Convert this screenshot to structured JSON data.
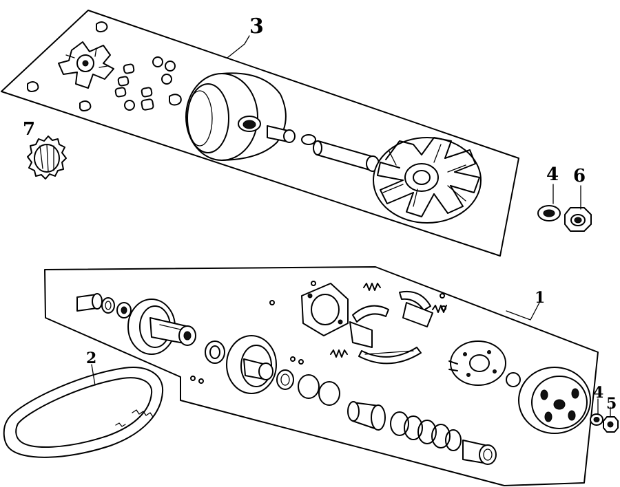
{
  "callouts": {
    "label_1": "1",
    "label_2": "2",
    "label_3": "3",
    "label_4_top": "4",
    "label_4_bottom": "4",
    "label_5": "5",
    "label_6": "6",
    "label_7": "7"
  }
}
